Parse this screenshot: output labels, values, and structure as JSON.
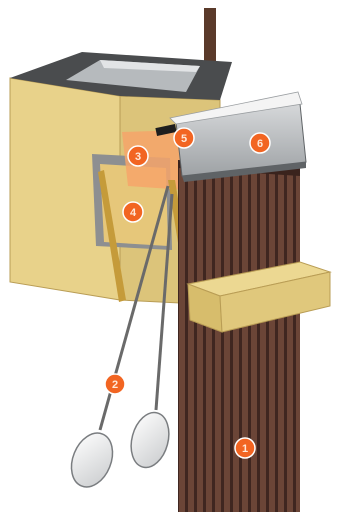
{
  "diagram": {
    "callouts": [
      {
        "id": "1",
        "label": "1"
      },
      {
        "id": "2",
        "label": "2"
      },
      {
        "id": "3",
        "label": "3"
      },
      {
        "id": "4",
        "label": "4"
      },
      {
        "id": "5",
        "label": "5"
      },
      {
        "id": "6",
        "label": "6"
      }
    ],
    "colors": {
      "callout_fill": "#f26522",
      "callout_stroke": "#ffffff",
      "box_tan": "#e8d28a",
      "box_tan_dark": "#d9bf6e",
      "metal_light": "#c9ccce",
      "metal_dark": "#6f7376",
      "pole_brown": "#5b3b2f",
      "rod": "#6a6a6a",
      "highlight_orange": "#f6a46a"
    }
  }
}
